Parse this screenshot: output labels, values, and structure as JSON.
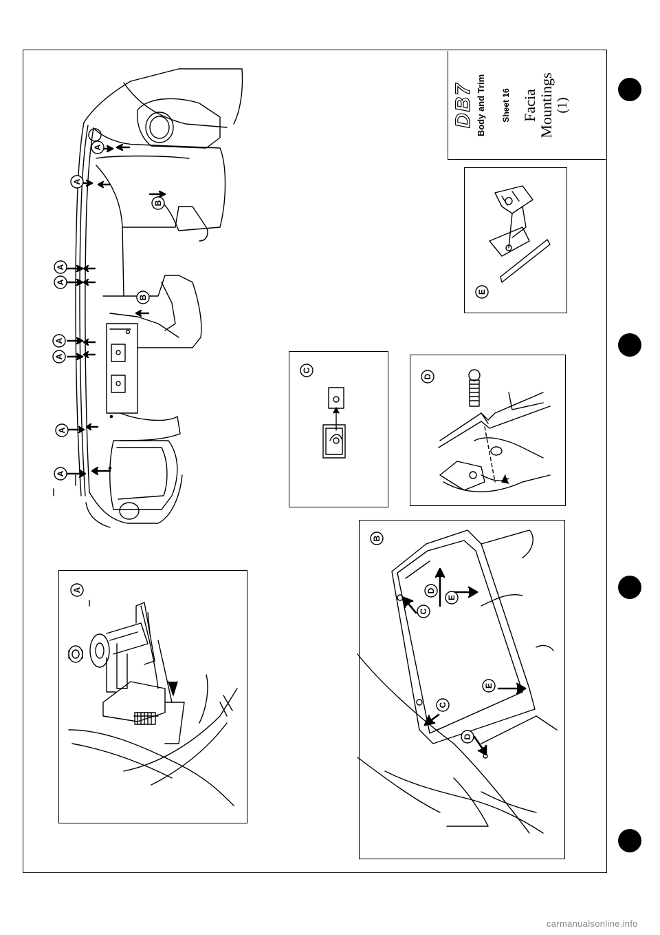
{
  "title_block": {
    "logo": "DB7",
    "section": "Body and Trim",
    "sheet": "Sheet 16",
    "title_line1": "Facia",
    "title_line2": "Mountings",
    "title_line3": "(1)"
  },
  "callouts": {
    "a": "A",
    "b": "B",
    "c": "C",
    "d": "D",
    "e": "E"
  },
  "watermark": "carmanualsonline.info"
}
